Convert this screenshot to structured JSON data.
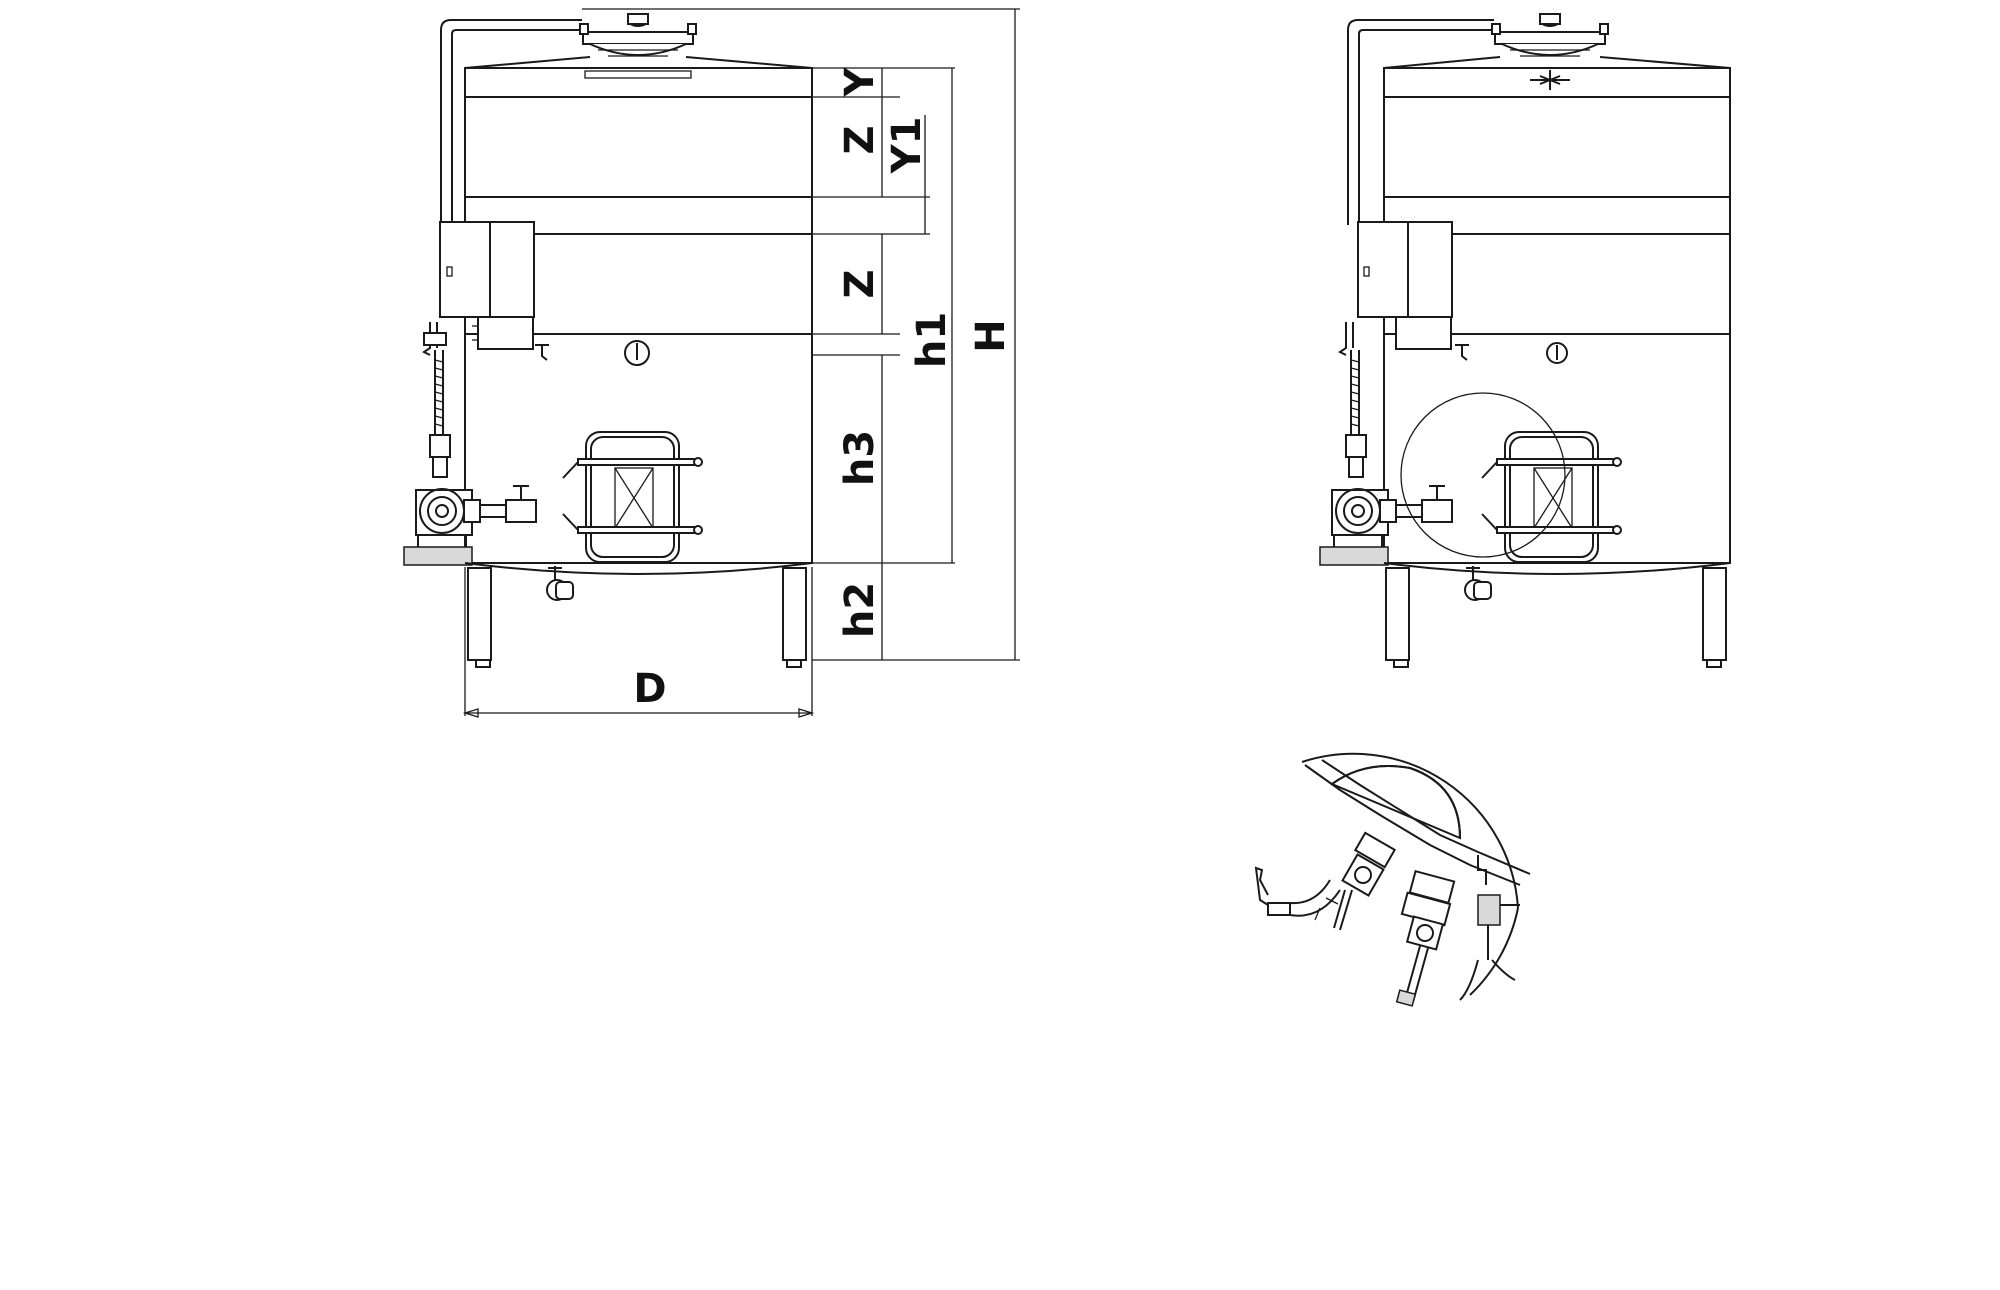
{
  "labels": {
    "D": "D",
    "H": "H",
    "h1": "h1",
    "h2": "h2",
    "h3": "h3",
    "Y": "Y",
    "Y1": "Y1",
    "Z_upper": "Z",
    "Z_lower": "Z"
  },
  "colors": {
    "line": "#1a1a1a",
    "background": "#ffffff",
    "part_fill": "#d9d9d9"
  },
  "icons": [
    "manhole-door-icon",
    "pump-icon",
    "valve-icon",
    "detail-magnifier-icon"
  ]
}
